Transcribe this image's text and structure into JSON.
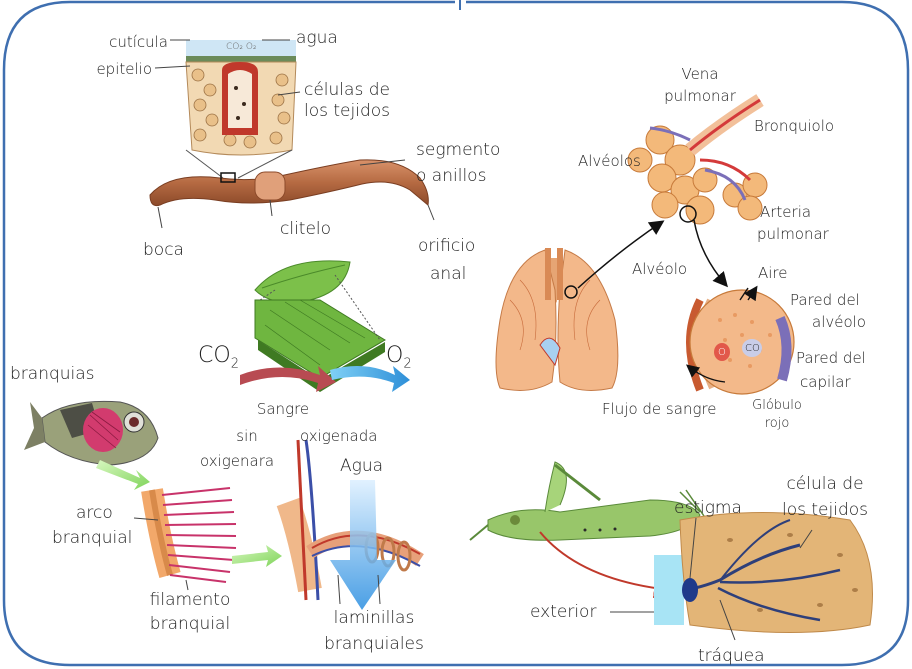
{
  "colors": {
    "frame": "#3f6fb0",
    "worm": "#c87a4e",
    "leaf": "#7cc04a",
    "lung": "#e9a37a",
    "fish_gill": "#d23b6e",
    "grasshopper": "#98c66a",
    "tissue": "#e3b577",
    "arrow_red": "#c0392b",
    "arrow_blue": "#3ba3e0",
    "arrow_green": "#8fd66a"
  },
  "earthworm": {
    "cuticle": "cutícula",
    "epithelium": "epitelio",
    "water": "agua",
    "gas_label": "CO₂ O₂",
    "tissue_cells_1": "células de",
    "tissue_cells_2": "los tejidos",
    "segment_1": "segmento",
    "segment_2": "o anillos",
    "mouth": "boca",
    "clitellum": "clitelo",
    "anal_1": "orificio",
    "anal_2": "anal"
  },
  "leaf": {
    "co2": "CO",
    "co2_sub": "2",
    "o2": "O",
    "o2_sub": "2"
  },
  "lungs": {
    "vein_1": "Vena",
    "vein_2": "pulmonar",
    "bronchiole": "Bronquiolo",
    "alveoli": "Alvéolos",
    "artery_1": "Arteria",
    "artery_2": "pulmonar",
    "alveolus": "Alvéolo",
    "air": "Aire",
    "alv_wall_1": "Pared del",
    "alv_wall_2": "alvéolo",
    "cap_wall_1": "Pared del",
    "cap_wall_2": "capilar",
    "blood_flow": "Flujo de sangre",
    "rbc_1": "Glóbulo",
    "rbc_2": "rojo",
    "o_mark": "O",
    "co_mark": "CO"
  },
  "fish": {
    "gills": "branquias",
    "arch_1": "arco",
    "arch_2": "branquial",
    "filament_1": "filamento",
    "filament_2": "branquial",
    "blood_ox_1": "Sangre",
    "blood_ox_2": "oxigenada",
    "blood_deox_1": "sin",
    "blood_deox_2": "oxigenara",
    "water": "Agua",
    "lamellae_1": "laminillas",
    "lamellae_2": "branquiales"
  },
  "insect": {
    "stigma": "estigma",
    "tissue_cell_1": "célula de",
    "tissue_cell_2": "los tejidos",
    "exterior": "exterior",
    "trachea": "tráquea"
  }
}
